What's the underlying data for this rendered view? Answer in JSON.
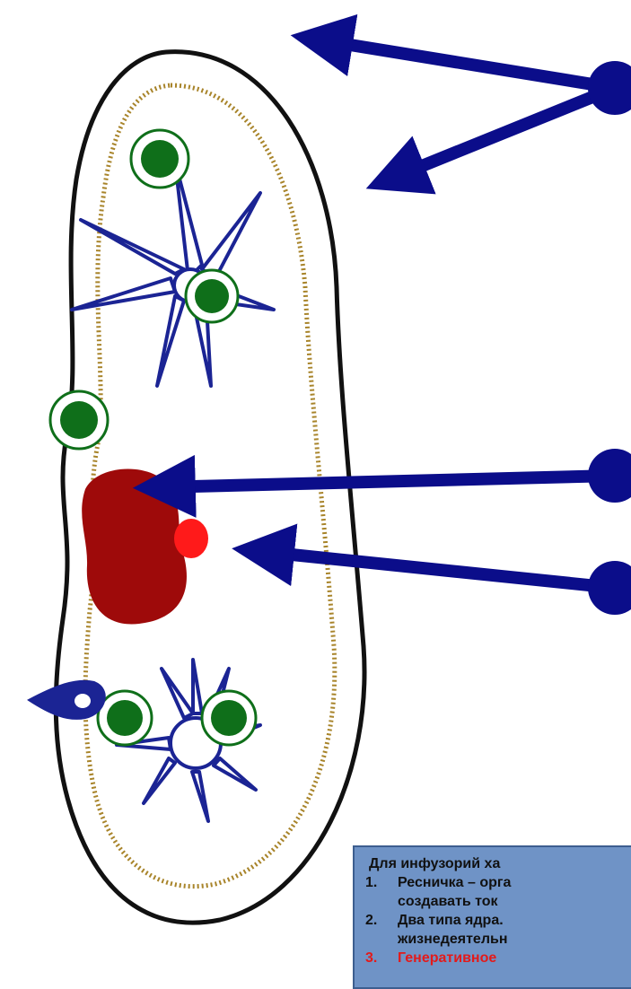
{
  "colors": {
    "arrow": "#0b0d8a",
    "membrane": "#111111",
    "granules": "#a8842a",
    "vacuole_stroke": "#1b2494",
    "food_vacuole": "#0f6f1a",
    "macronucleus": "#9e0a0a",
    "micronucleus": "#ff1a1a",
    "box_bg": "#6f93c6",
    "highlight_text": "#e31a1a"
  },
  "icons": {
    "pointer": "filled-circle-arrow",
    "contractile_vacuole": "star-vacuole",
    "food_vacuole": "green-ring"
  },
  "info_box": {
    "intro": "Для инфузорий ха",
    "items": [
      {
        "num": "1.",
        "lines": [
          "Ресничка – орга",
          "создавать ток"
        ],
        "highlight": false
      },
      {
        "num": "2.",
        "lines": [
          "Два типа ядра.",
          "жизнедеятельн"
        ],
        "highlight": false
      },
      {
        "num": "3.",
        "lines": [
          "Генеративное"
        ],
        "highlight": true
      }
    ]
  }
}
